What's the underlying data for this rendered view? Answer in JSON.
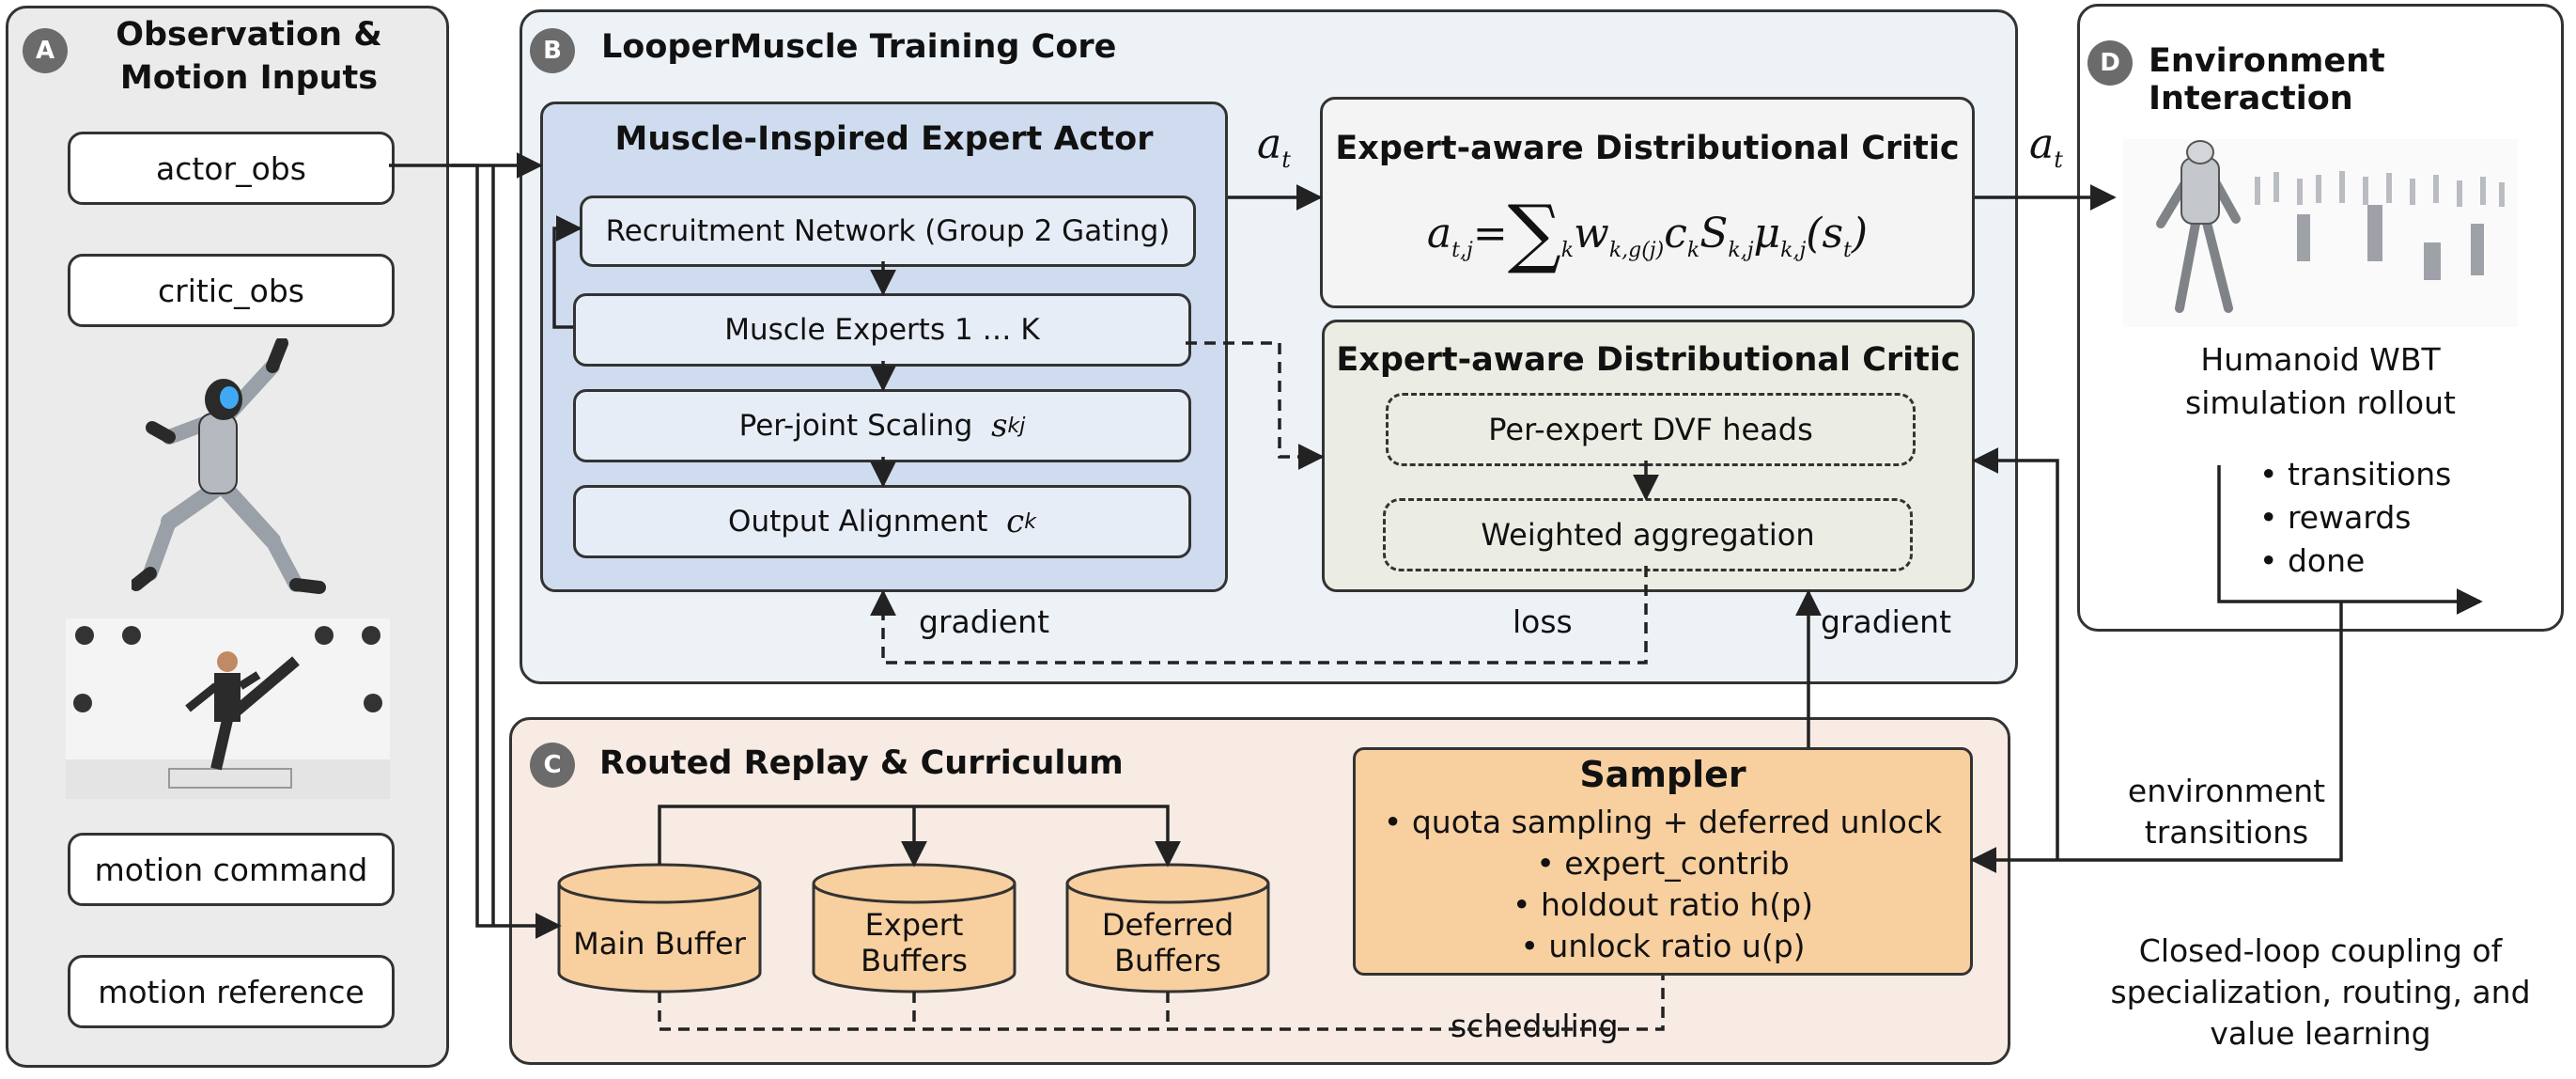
{
  "panel_a": {
    "badge": "A",
    "title_line1": "Observation &",
    "title_line2": "Motion Inputs",
    "inputs": [
      "actor_obs",
      "critic_obs",
      "motion command",
      "motion reference"
    ]
  },
  "panel_b": {
    "badge": "B",
    "title": "LooperMuscle Training Core",
    "actor": {
      "title": "Muscle-Inspired Expert Actor",
      "recruitment": "Recruitment Network (Group 2 Gating)",
      "experts": "Muscle Experts 1 … K",
      "scaling": "Per-joint Scaling",
      "scaling_sym": "s",
      "scaling_sub": "kj",
      "alignment": "Output Alignment",
      "alignment_sym": "c",
      "alignment_sub": "k"
    },
    "critic_top": {
      "title": "Expert-aware Distributional Critic"
    },
    "critic_bottom": {
      "title": "Expert-aware Distributional Critic",
      "heads": "Per-expert DVF heads",
      "aggregation": "Weighted aggregation"
    },
    "gradient_left": "gradient",
    "loss": "loss",
    "gradient_right": "gradient",
    "action_label": "a",
    "action_sub": "t"
  },
  "panel_c": {
    "badge": "C",
    "title": "Routed Replay & Curriculum",
    "buffers": [
      {
        "line1": "Main Buffer",
        "line2": ""
      },
      {
        "line1": "Expert",
        "line2": "Buffers"
      },
      {
        "line1": "Deferred",
        "line2": "Buffers"
      }
    ],
    "sampler": {
      "title": "Sampler",
      "items": [
        "quota sampling + deferred unlock",
        "expert_contrib",
        "holdout ratio h(p)",
        "unlock ratio u(p)"
      ]
    },
    "scheduling": "scheduling"
  },
  "panel_d": {
    "badge": "D",
    "title": "Environment Interaction",
    "caption_line1": "Humanoid WBT",
    "caption_line2": "simulation rollout",
    "outputs": [
      "transitions",
      "rewards",
      "done"
    ]
  },
  "env_transitions_line1": "environment",
  "env_transitions_line2": "transitions",
  "footer_line1": "Closed-loop coupling of",
  "footer_line2": "specialization, routing, and",
  "footer_line3": "value learning",
  "colors": {
    "panel_a_bg": "#ebebeb",
    "panel_b_bg": "#edf2f7",
    "actor_bg": "#cfdcef",
    "critic_bottom_bg": "#ebede4",
    "panel_c_bg": "#f7ebe3",
    "sampler_bg": "#f8cf9e",
    "buffer_fill": "#f8cf9e"
  }
}
